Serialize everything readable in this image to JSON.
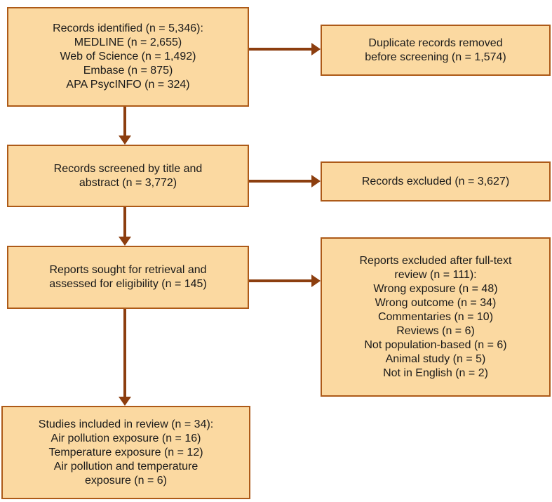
{
  "diagram": {
    "type": "prisma-flow-diagram",
    "colors": {
      "box_fill": "#FBD9A1",
      "box_border": "#AD5A18",
      "arrow": "#8C3E0F",
      "text": "#1A1A1A",
      "background": "#FFFFFF"
    },
    "boxes": {
      "records_identified": {
        "lines": [
          "Records identified (n = 5,346):",
          "MEDLINE (n = 2,655)",
          "Web of Science (n = 1,492)",
          "Embase (n = 875)",
          "APA PsycINFO (n = 324)"
        ]
      },
      "duplicates_removed": {
        "lines": [
          "Duplicate records removed",
          "before screening (n = 1,574)"
        ]
      },
      "records_screened": {
        "lines": [
          "Records screened by title and",
          "abstract (n = 3,772)"
        ]
      },
      "records_excluded": {
        "lines": [
          "Records excluded (n = 3,627)"
        ]
      },
      "reports_sought": {
        "lines": [
          "Reports sought for retrieval and",
          "assessed for eligibility (n = 145)"
        ]
      },
      "reports_excluded": {
        "lines": [
          "Reports excluded after full-text",
          "review (n = 111):",
          "Wrong exposure (n = 48)",
          "Wrong outcome (n = 34)",
          "Commentaries (n = 10)",
          "Reviews (n = 6)",
          "Not population-based (n = 6)",
          "Animal study (n = 5)",
          "Not in English (n = 2)"
        ]
      },
      "studies_included": {
        "lines": [
          "Studies included in review (n = 34):",
          "Air pollution exposure (n = 16)",
          "Temperature exposure (n = 12)",
          "Air pollution and temperature",
          "exposure (n = 6)"
        ]
      }
    }
  }
}
